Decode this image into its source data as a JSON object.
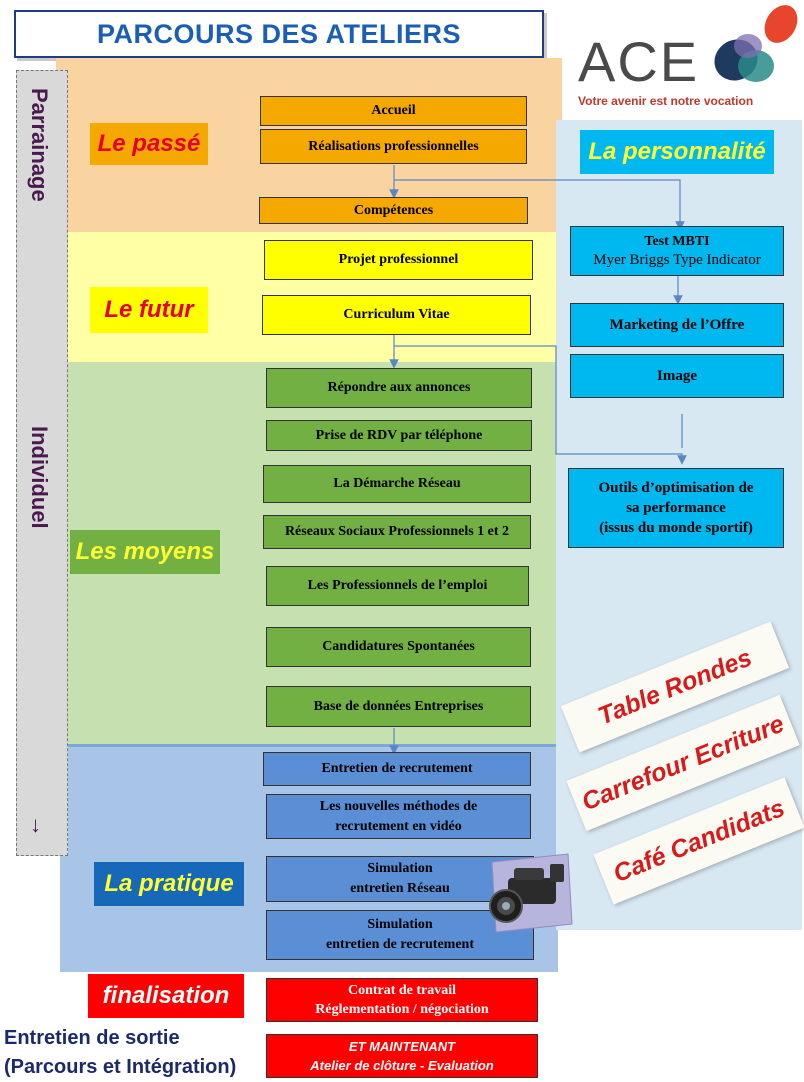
{
  "title": "PARCOURS DES ATELIERS",
  "logo": {
    "name": "ACE",
    "tagline": "Votre avenir est notre vocation",
    "colors": [
      "#1e3a5f",
      "#7d6fb0",
      "#2a8a8a",
      "#e8462c"
    ]
  },
  "sidebar": {
    "top_label": "Parrainage",
    "bottom_label": "Individuel",
    "arrow": "↓"
  },
  "stages": {
    "passe": "Le passé",
    "futur": "Le futur",
    "moyens": "Les moyens",
    "pratique": "La pratique",
    "personnalite": "La personnalité",
    "finalisation": "finalisation"
  },
  "passe_boxes": [
    "Accueil",
    "Réalisations professionnelles",
    "Compétences"
  ],
  "futur_boxes": [
    "Projet professionnel",
    "Curriculum Vitae"
  ],
  "moyens_boxes": [
    "Répondre aux annonces",
    "Prise de RDV par téléphone",
    "La Démarche Réseau",
    "Réseaux Sociaux Professionnels 1 et 2",
    "Les Professionnels de l’emploi",
    "Candidatures Spontanées",
    "Base de données Entreprises"
  ],
  "pratique_boxes": {
    "entretien": "Entretien de recrutement",
    "video_l1": "Les nouvelles  méthodes de",
    "video_l2": "recrutement  en vidéo",
    "sim_reseau_l1": "Simulation",
    "sim_reseau_l2": "entretien Réseau",
    "sim_recrut_l1": "Simulation",
    "sim_recrut_l2": "entretien de recrutement"
  },
  "personnalite_boxes": {
    "mbti_l1": "Test MBTI",
    "mbti_l2": "Myer Briggs Type Indicator",
    "marketing": "Marketing de l’Offre",
    "image": "Image",
    "outils_l1": "Outils d’optimisation de",
    "outils_l2": "sa performance",
    "outils_l3": "(issus du monde sportif)"
  },
  "notes": [
    "Table Rondes",
    "Carrefour Ecriture",
    "Café Candidats"
  ],
  "finalisation_boxes": {
    "contrat_l1": "Contrat de travail",
    "contrat_l2": "Réglementation / négociation",
    "maintenant_l1": "ET MAINTENANT",
    "maintenant_l2": "Atelier de clôture - Evaluation"
  },
  "exit_text": {
    "line1": "Entretien de sortie",
    "line2": "(Parcours et Intégration)"
  }
}
